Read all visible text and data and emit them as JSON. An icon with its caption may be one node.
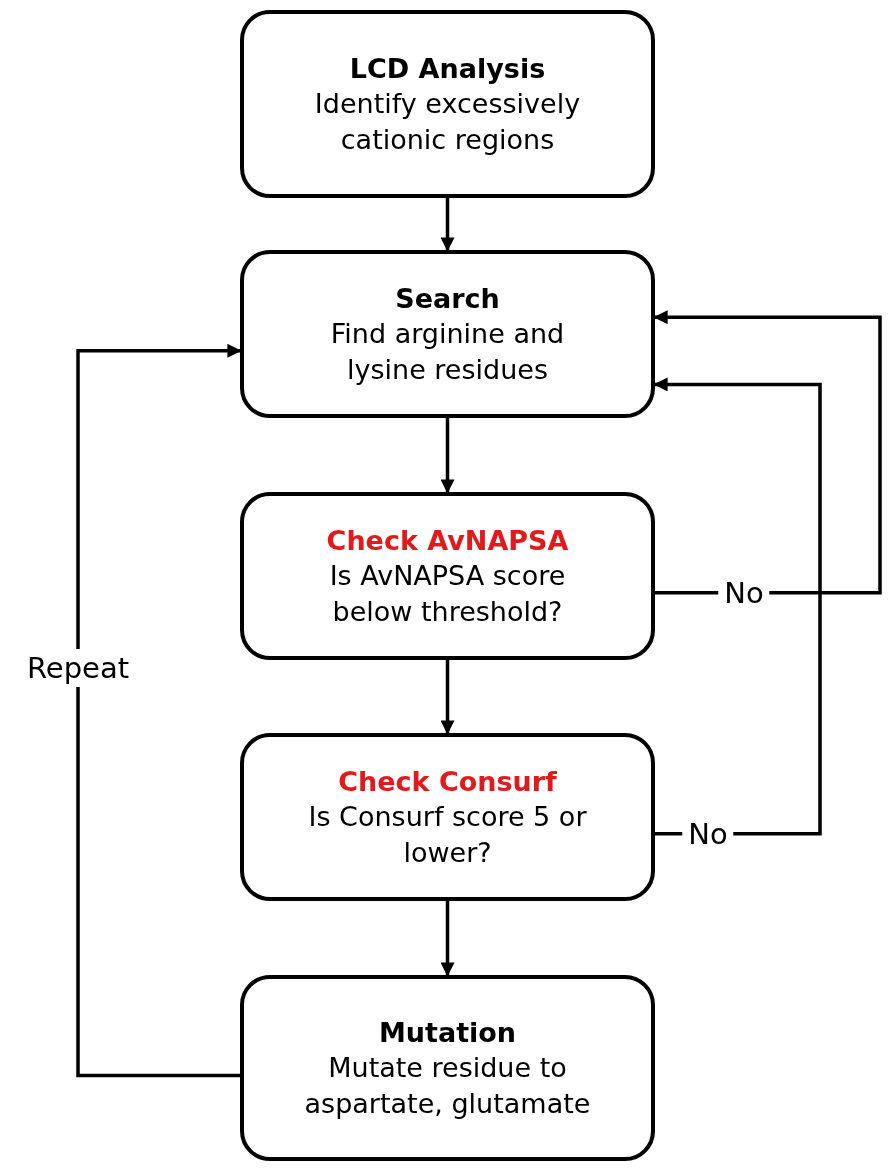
{
  "diagram": {
    "nodes": [
      {
        "text": [
          "LCD Analysis",
          "Identify excessively cationic regions"
        ]
      },
      {
        "text": [
          "Search",
          "Find arginine and lysine residues"
        ]
      },
      {
        "text": [
          "Check AvNAPSA",
          "Is AvNAPSA score below threshold?"
        ]
      },
      {
        "text": [
          "Check Consurf",
          "Is Consurf score 5 or lower?"
        ]
      },
      {
        "text": [
          "Mutation",
          "Mutate residue to aspartate, glutamate"
        ]
      }
    ],
    "edges": [
      {
        "from": 0,
        "to": 1,
        "arrow": "to"
      },
      {
        "from": 1,
        "to": 2,
        "arrow": "to"
      },
      {
        "from": 2,
        "to": 3,
        "arrow": "to"
      },
      {
        "from": 3,
        "to": 4,
        "arrow": "to"
      },
      {
        "from": 4,
        "to": 1,
        "arrow": "to",
        "label": "Repeat"
      },
      {
        "from": 2,
        "to": 1,
        "arrow": "to",
        "label": "No"
      },
      {
        "from": 3,
        "to": 1,
        "arrow": "to",
        "label": "No"
      }
    ]
  }
}
